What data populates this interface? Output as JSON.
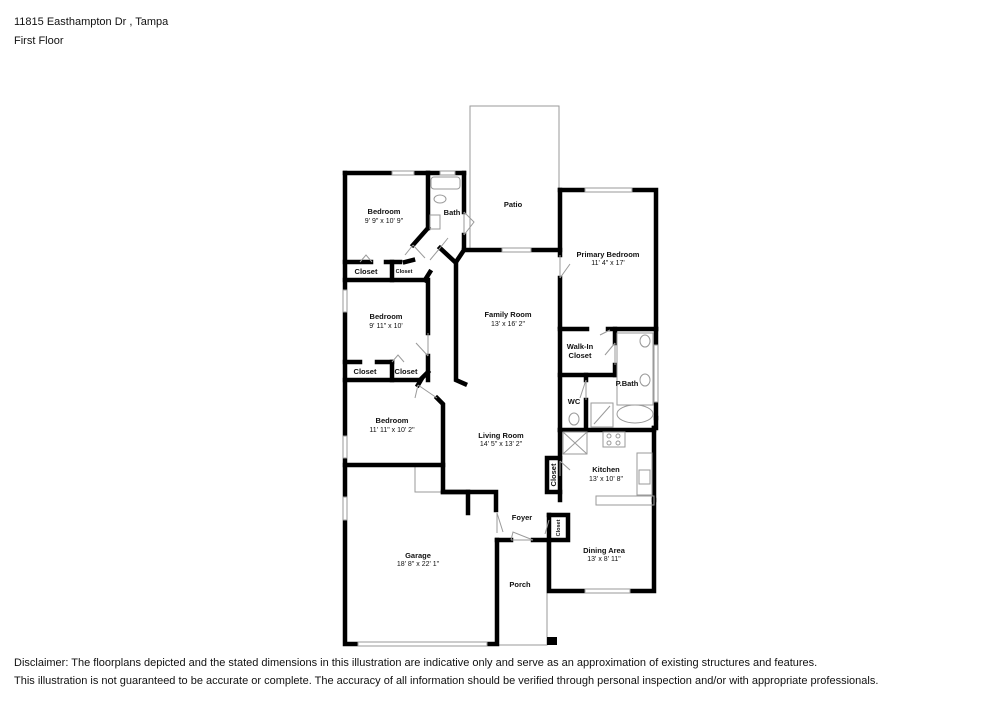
{
  "header": {
    "address": "11815 Easthampton Dr , Tampa",
    "floor": "First Floor"
  },
  "rooms": {
    "bedroom1": {
      "name": "Bedroom",
      "dims": "9' 9\" x 10' 9\""
    },
    "bath": {
      "name": "Bath"
    },
    "patio": {
      "name": "Patio"
    },
    "primary_bedroom": {
      "name": "Primary Bedroom",
      "dims": "11' 4\" x 17'"
    },
    "closet_a": {
      "name": "Closet"
    },
    "closet_b": {
      "name": "Closet"
    },
    "bedroom2": {
      "name": "Bedroom",
      "dims": "9' 11\" x 10'"
    },
    "family_room": {
      "name": "Family Room",
      "dims": "13' x 16' 2\""
    },
    "walk_in_closet": {
      "name_line1": "Walk-In",
      "name_line2": "Closet"
    },
    "closet_c": {
      "name": "Closet"
    },
    "closet_d": {
      "name": "Closet"
    },
    "p_bath": {
      "name": "P.Bath"
    },
    "wc": {
      "name": "WC"
    },
    "bedroom3": {
      "name": "Bedroom",
      "dims": "11' 11\" x 10' 2\""
    },
    "living_room": {
      "name": "Living Room",
      "dims": "14' 5\" x 13' 2\""
    },
    "closet_e": {
      "name": "Closet"
    },
    "kitchen": {
      "name": "Kitchen",
      "dims": "13' x 10' 8\""
    },
    "foyer": {
      "name": "Foyer"
    },
    "closet_f": {
      "name": "Closet"
    },
    "garage": {
      "name": "Garage",
      "dims": "18' 8\" x 22' 1\""
    },
    "dining_area": {
      "name": "Dining Area",
      "dims": "13' x 8' 11\""
    },
    "porch": {
      "name": "Porch"
    }
  },
  "disclaimer": {
    "line1": "Disclaimer: The floorplans depicted and the stated dimensions in this illustration are indicative only and serve as an approximation of existing structures and features.",
    "line2": "This illustration is not guaranteed to be accurate or complete. The accuracy of all information should be verified through personal inspection and/or with appropriate professionals."
  }
}
